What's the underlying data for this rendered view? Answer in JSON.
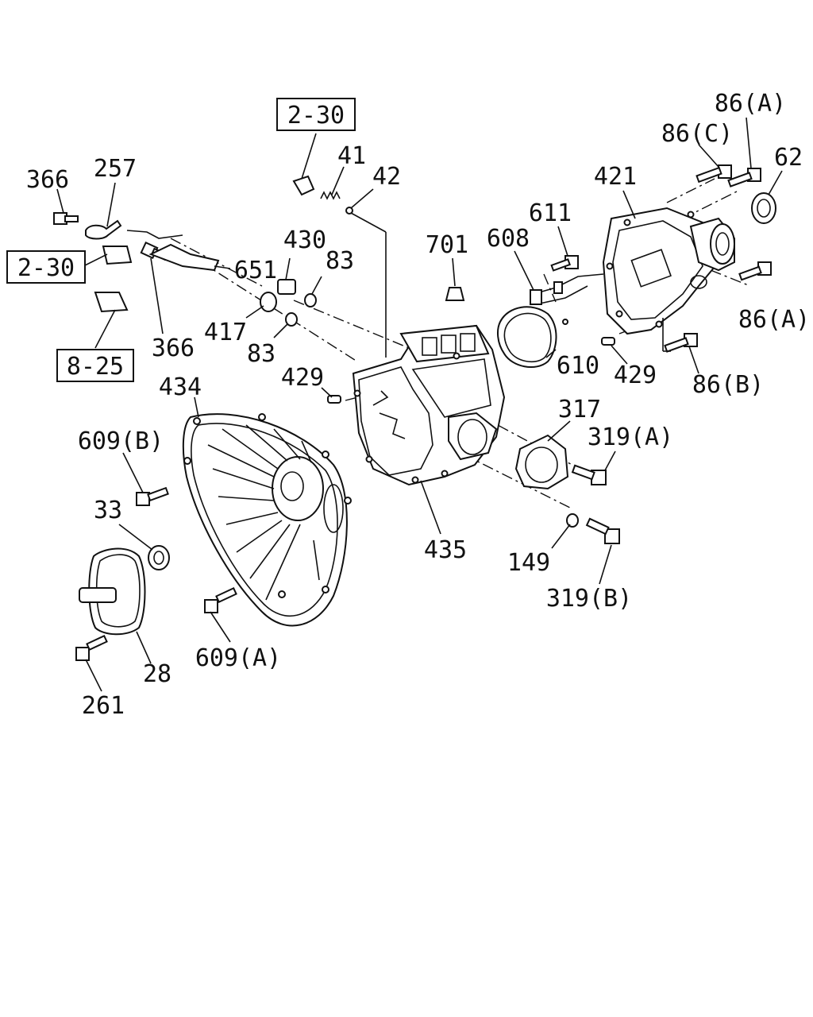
{
  "diagram": {
    "refs": {
      "ref_2_30_top": "2-30",
      "ref_2_30_left": "2-30",
      "ref_8_25": "8-25"
    },
    "labels": {
      "l366a": "366",
      "l257": "257",
      "l41": "41",
      "l42": "42",
      "l430": "430",
      "l83a": "83",
      "l651": "651",
      "l366b": "366",
      "l417": "417",
      "l83b": "83",
      "l701": "701",
      "l608": "608",
      "l611": "611",
      "l421": "421",
      "l86a_top": "86(A)",
      "l86c": "86(C)",
      "l62": "62",
      "l86a_right": "86(A)",
      "l610": "610",
      "l429a": "429",
      "l86b": "86(B)",
      "l429b": "429",
      "l434": "434",
      "l609b": "609(B)",
      "l33": "33",
      "l317": "317",
      "l319a": "319(A)",
      "l435": "435",
      "l149": "149",
      "l319b": "319(B)",
      "l609a": "609(A)",
      "l28": "28",
      "l261": "261"
    }
  }
}
